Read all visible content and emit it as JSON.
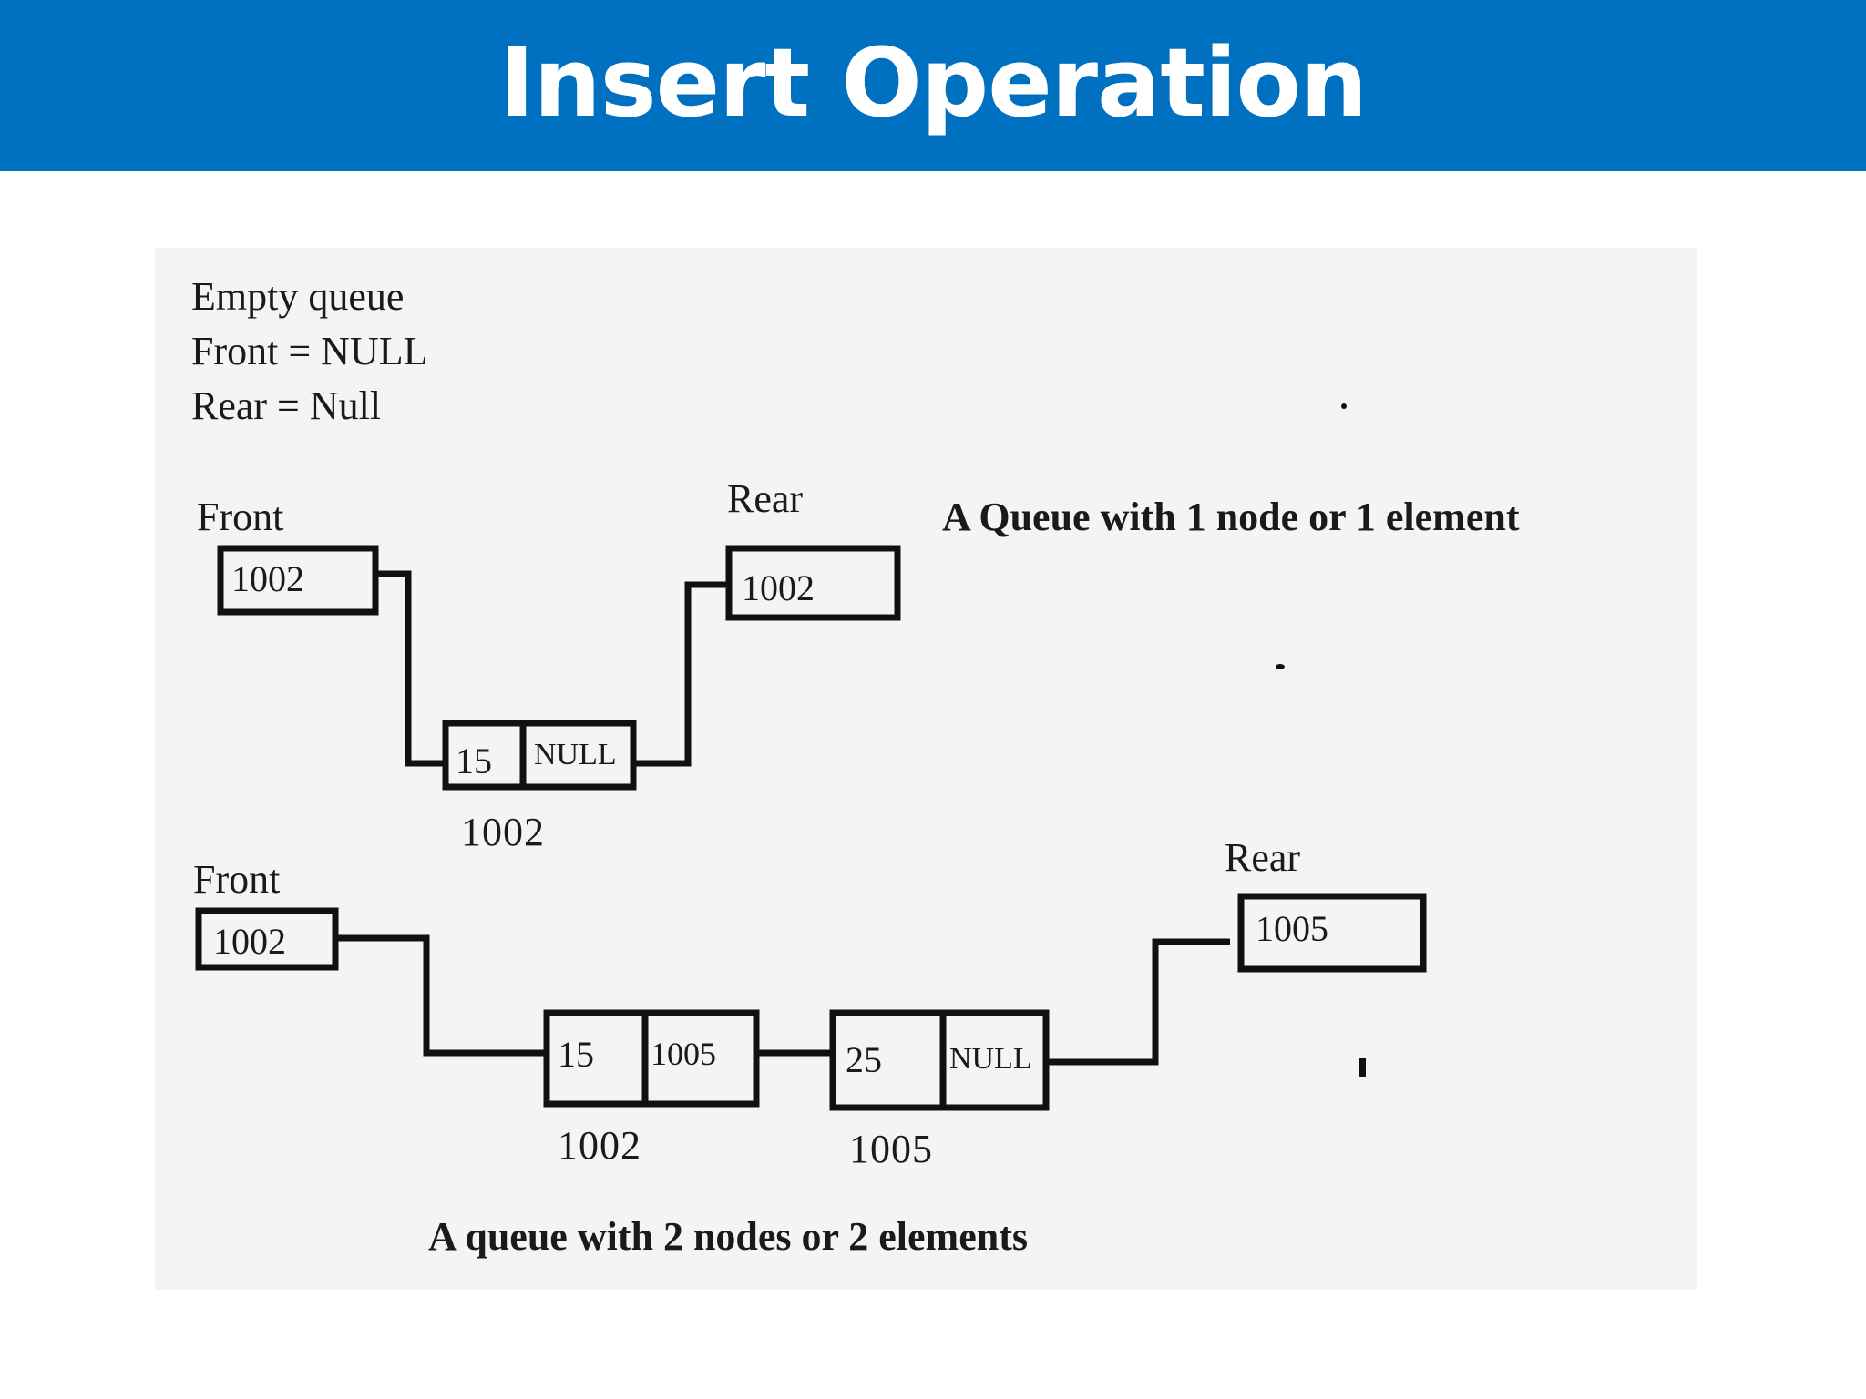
{
  "slide": {
    "title": "Insert Operation"
  },
  "empty_state": {
    "line1": "Empty queue",
    "line2": "Front = NULL",
    "line3": "Rear = Null"
  },
  "queue_one": {
    "caption": "A Queue with 1 node or 1 element",
    "front_label": "Front",
    "front_value": "1002",
    "rear_label": "Rear",
    "rear_value": "1002",
    "node": {
      "data": "15",
      "next": "NULL",
      "address": "1002"
    }
  },
  "queue_two": {
    "caption": "A queue with 2 nodes or 2 elements",
    "front_label": "Front",
    "front_value": "1002",
    "rear_label": "Rear",
    "rear_value": "1005",
    "nodes": [
      {
        "data": "15",
        "next": "1005",
        "address": "1002"
      },
      {
        "data": "25",
        "next": "NULL",
        "address": "1005"
      }
    ]
  },
  "colors": {
    "header": "#0070c0",
    "panel": "#f4f4f4",
    "ink": "#111111"
  }
}
